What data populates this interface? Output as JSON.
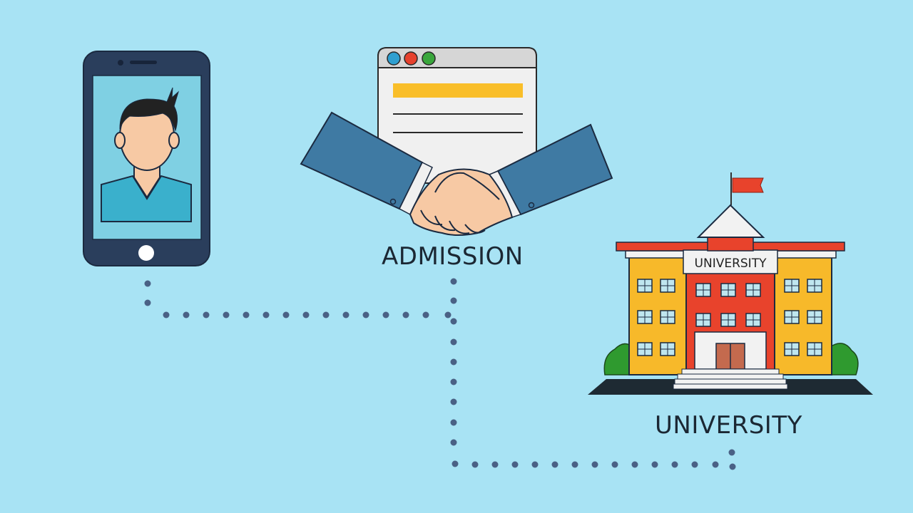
{
  "labels": {
    "admission": "ADMISSION",
    "university": "UNIVERSITY",
    "building_sign": "UNIVERSITY"
  },
  "nodes": [
    {
      "id": "student-phone",
      "icon": "smartphone-user-icon"
    },
    {
      "id": "admission",
      "icon": "handshake-browser-icon"
    },
    {
      "id": "university",
      "icon": "university-building-icon"
    }
  ],
  "colors": {
    "background": "#a8e3f4",
    "phone_frame": "#2a3e5c",
    "phone_screen": "#7fd0e3",
    "shirt": "#3ab0cc",
    "skin": "#f7c9a4",
    "hair": "#222222",
    "sleeve": "#3f7aa3",
    "browser_bar": "#d6d6d6",
    "browser_body": "#f0f0f0",
    "highlight_bar": "#f9be29",
    "dot_blue": "#2f9fd0",
    "dot_red": "#e6412d",
    "dot_green": "#3aa63c",
    "building_red": "#e8432c",
    "building_yellow": "#f7b92a",
    "roof_white": "#f2f2f2",
    "flag": "#e8432c",
    "bush": "#2f9a2f",
    "ground": "#1e2a33",
    "door": "#c46a4e",
    "connector_dots": "#4a6185"
  },
  "connectors": [
    {
      "from": "student-phone",
      "to": "admission",
      "style": "dotted"
    },
    {
      "from": "admission",
      "to": "university",
      "style": "dotted"
    }
  ]
}
